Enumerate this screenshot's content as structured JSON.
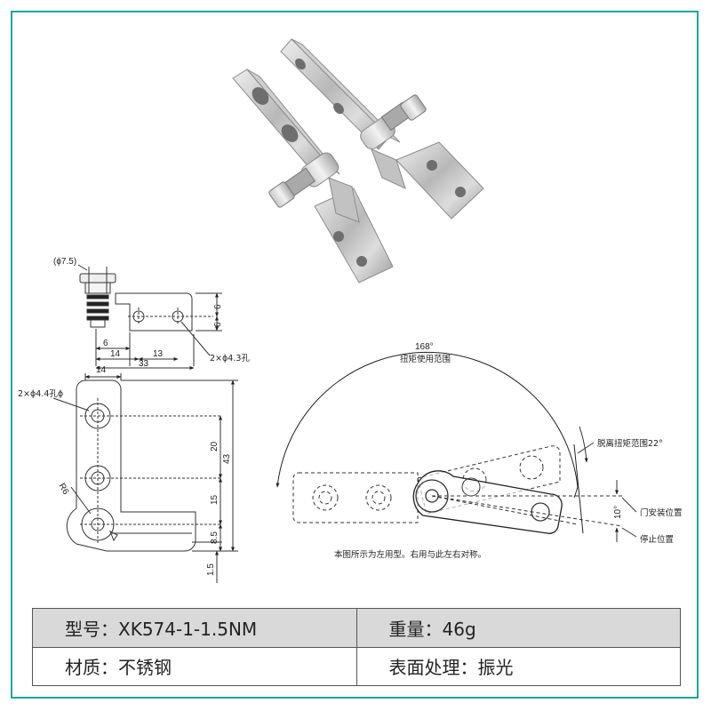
{
  "drawing": {
    "dims_top": {
      "shaft_dia": "(ϕ7.5)",
      "d6a": "6",
      "d6b": "6",
      "d6c": "6",
      "d14": "14",
      "d13": "13",
      "d33": "33",
      "holes": "2×ϕ4.3孔"
    },
    "dims_side": {
      "d14": "14",
      "holes": "2×ϕ4.4孔ϕ",
      "d20": "20",
      "d43": "43",
      "d15": "15",
      "d8_5": "8.5",
      "d1_5": "1.5",
      "radius": "R6"
    },
    "angle": {
      "range_value": "168°",
      "range_label": "扭矩使用范围",
      "release_label": "脱离扭矩范围22°",
      "angle_10": "10°",
      "door_install": "门安装位置",
      "stop": "停止位置",
      "note": "本图所示为左用型。右用与此左右对称。"
    }
  },
  "specs": {
    "model": "型号：XK574-1-1.5NM",
    "weight": "重量：46g",
    "material": "材质：不锈钢",
    "finish": "表面处理：振光"
  }
}
